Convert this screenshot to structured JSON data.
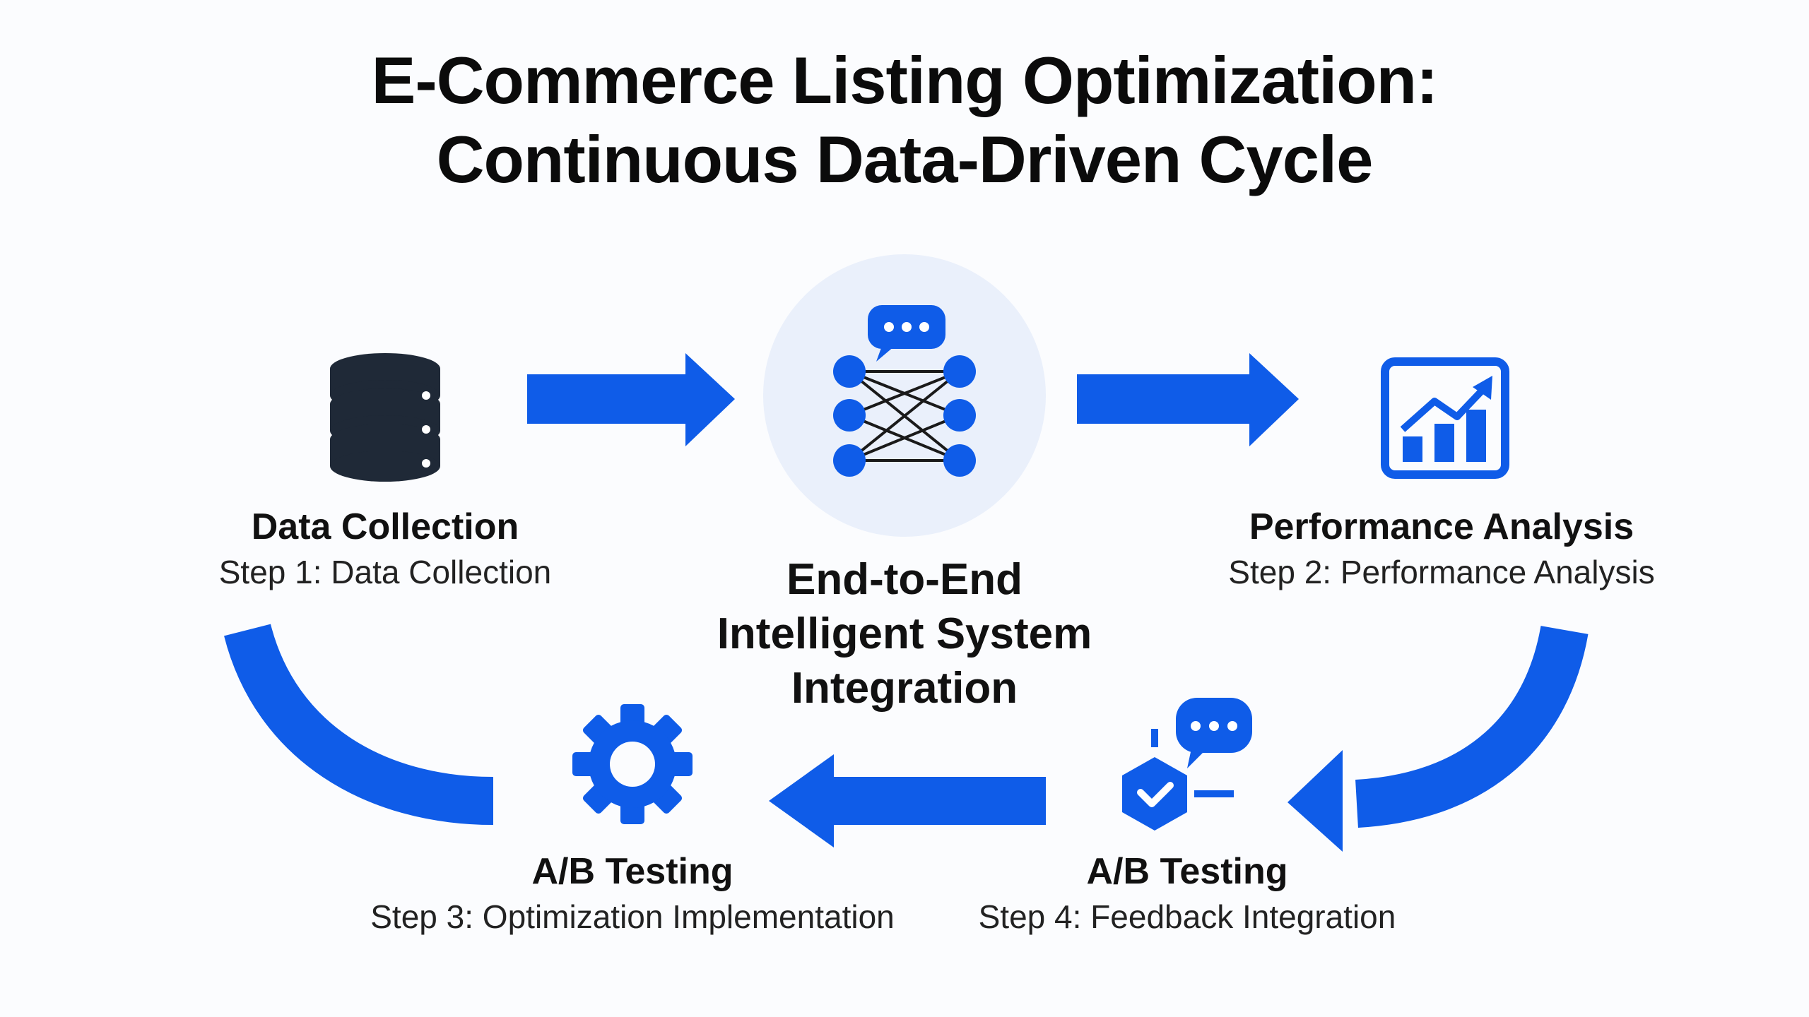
{
  "title": {
    "line1": "E-Commerce Listing Optimization:",
    "line2": "Continuous Data-Driven Cycle"
  },
  "center": {
    "icon": "neural-network-chat-icon",
    "line1": "End-to-End",
    "line2": "Intelligent System",
    "line3": "Integration"
  },
  "steps": [
    {
      "icon": "database-icon",
      "title": "Data Collection",
      "subtitle": "Step 1: Data Collection"
    },
    {
      "icon": "analytics-chart-icon",
      "title": "Performance Analysis",
      "subtitle": "Step 2: Performance Analysis"
    },
    {
      "icon": "gear-icon",
      "title": "A/B Testing",
      "subtitle": "Step 3: Optimization Implementation"
    },
    {
      "icon": "feedback-check-icon",
      "title": "A/B Testing",
      "subtitle": "Step 4: Feedback Integration"
    }
  ],
  "colors": {
    "accent": "#0f5ce8",
    "dark": "#1f2937",
    "hub_bg": "#eaf0fb",
    "background": "#fbfcfe"
  }
}
